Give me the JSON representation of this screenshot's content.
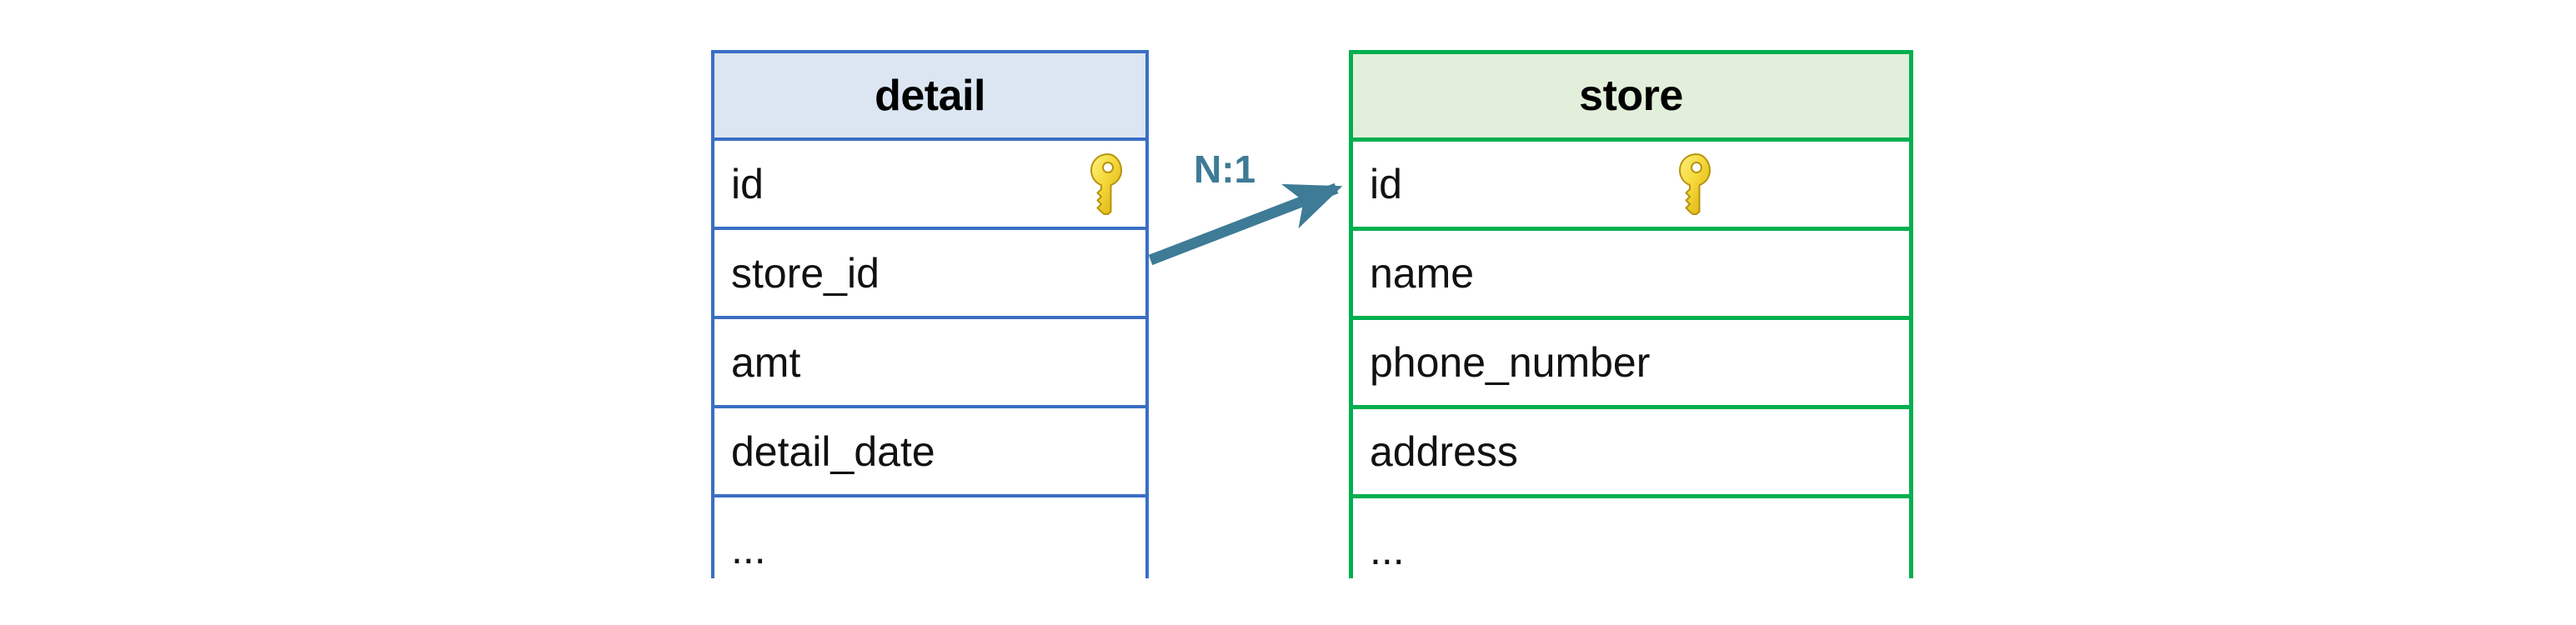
{
  "diagram": {
    "type": "entity-relationship",
    "entities": [
      {
        "id": "detail",
        "title": "detail",
        "accent_color": "#3a6fc4",
        "header_fill": "#dce6f2",
        "fields": [
          {
            "name": "id",
            "key": true,
            "key_icon": "key-icon"
          },
          {
            "name": "store_id",
            "key": false
          },
          {
            "name": "amt",
            "key": false
          },
          {
            "name": "detail_date",
            "key": false
          },
          {
            "name": "...",
            "key": false
          }
        ]
      },
      {
        "id": "store",
        "title": "store",
        "accent_color": "#00b050",
        "header_fill": "#e2efda",
        "fields": [
          {
            "name": "id",
            "key": true,
            "key_icon": "key-icon"
          },
          {
            "name": "name",
            "key": false
          },
          {
            "name": "phone_number",
            "key": false
          },
          {
            "name": "address",
            "key": false
          },
          {
            "name": "...",
            "key": false
          }
        ]
      }
    ],
    "relationship": {
      "label": "N:1",
      "from_entity": "detail",
      "from_field": "store_id",
      "to_entity": "store",
      "to_field": "id",
      "color": "#3d7b96",
      "arrow": "single-head"
    }
  }
}
